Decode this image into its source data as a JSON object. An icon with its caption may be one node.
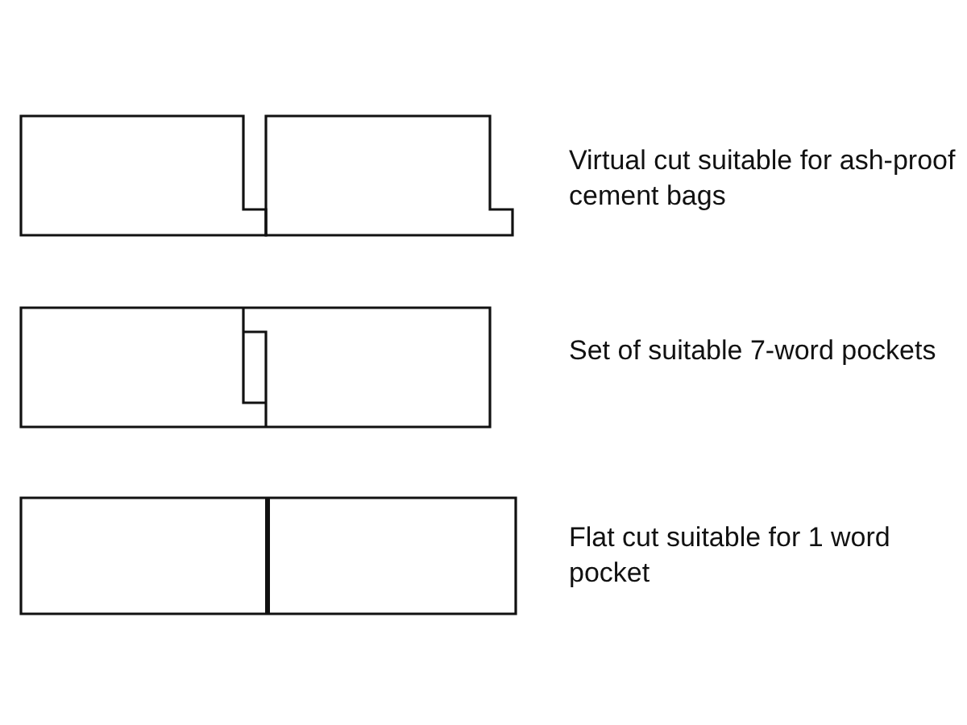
{
  "diagram": {
    "labels": [
      "Virtual cut suitable for ash-proof cement bags",
      "Set of suitable 7-word pockets",
      "Flat cut suitable for 1 word pocket"
    ]
  }
}
